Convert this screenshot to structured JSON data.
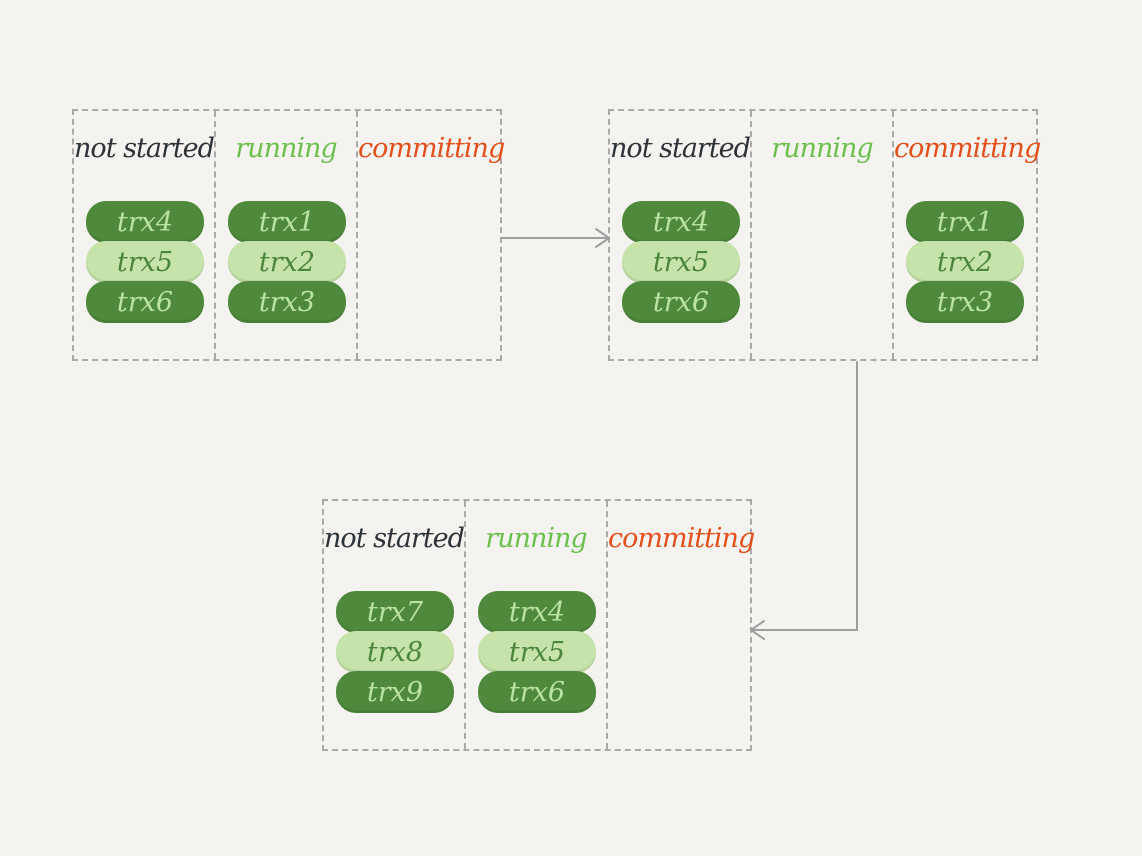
{
  "colors": {
    "background": "#f4f3ef",
    "dash": "#a9a9a9",
    "label_not_started": "#2d3338",
    "label_running": "#6dc04f",
    "label_committing": "#e3501c",
    "trx_dark": "#4f8a3c",
    "trx_light": "#c6e3aa",
    "arrow": "#9e9e9e"
  },
  "stages": [
    {
      "not_started": {
        "label": "not started",
        "items": [
          "trx4",
          "trx5",
          "trx6"
        ]
      },
      "running": {
        "label": "running",
        "items": [
          "trx1",
          "trx2",
          "trx3"
        ]
      },
      "committing": {
        "label": "committing",
        "items": []
      }
    },
    {
      "not_started": {
        "label": "not started",
        "items": [
          "trx4",
          "trx5",
          "trx6"
        ]
      },
      "running": {
        "label": "running",
        "items": []
      },
      "committing": {
        "label": "committing",
        "items": [
          "trx1",
          "trx2",
          "trx3"
        ]
      }
    },
    {
      "not_started": {
        "label": "not started",
        "items": [
          "trx7",
          "trx8",
          "trx9"
        ]
      },
      "running": {
        "label": "running",
        "items": [
          "trx4",
          "trx5",
          "trx6"
        ]
      },
      "committing": {
        "label": "committing",
        "items": []
      }
    }
  ]
}
